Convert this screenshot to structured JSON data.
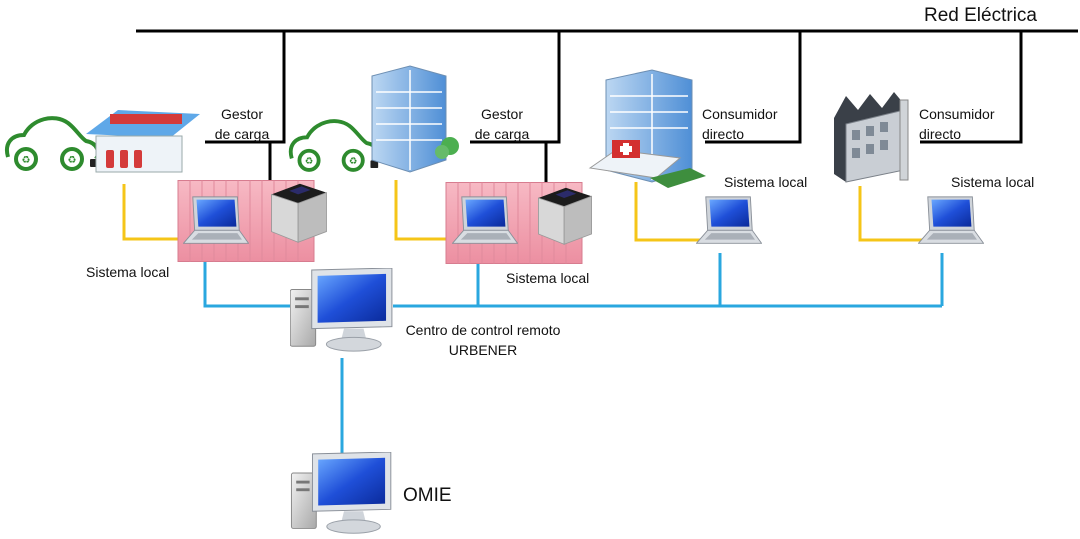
{
  "grid": {
    "label": "Red Eléctrica"
  },
  "nodes": {
    "charger_1": {
      "label_line1": "Gestor",
      "label_line2": "de carga"
    },
    "charger_2": {
      "label_line1": "Gestor",
      "label_line2": "de carga"
    },
    "consumer_1": {
      "label_line1": "Consumidor",
      "label_line2": "directo"
    },
    "consumer_2": {
      "label_line1": "Consumidor",
      "label_line2": "directo"
    }
  },
  "local_systems": [
    {
      "label": "Sistema local"
    },
    {
      "label": "Sistema local"
    },
    {
      "label": "Sistema local"
    },
    {
      "label": "Sistema local"
    }
  ],
  "control_center": {
    "label_line1": "Centro de control remoto",
    "label_line2": "URBENER"
  },
  "market": {
    "label": "OMIE"
  },
  "colors": {
    "power_line": "#000000",
    "local_link": "#f5c518",
    "data_link": "#2aa7df",
    "container": "#f4a6b4",
    "car_outline": "#2e8b2e",
    "screen": "#1f4fd8"
  }
}
